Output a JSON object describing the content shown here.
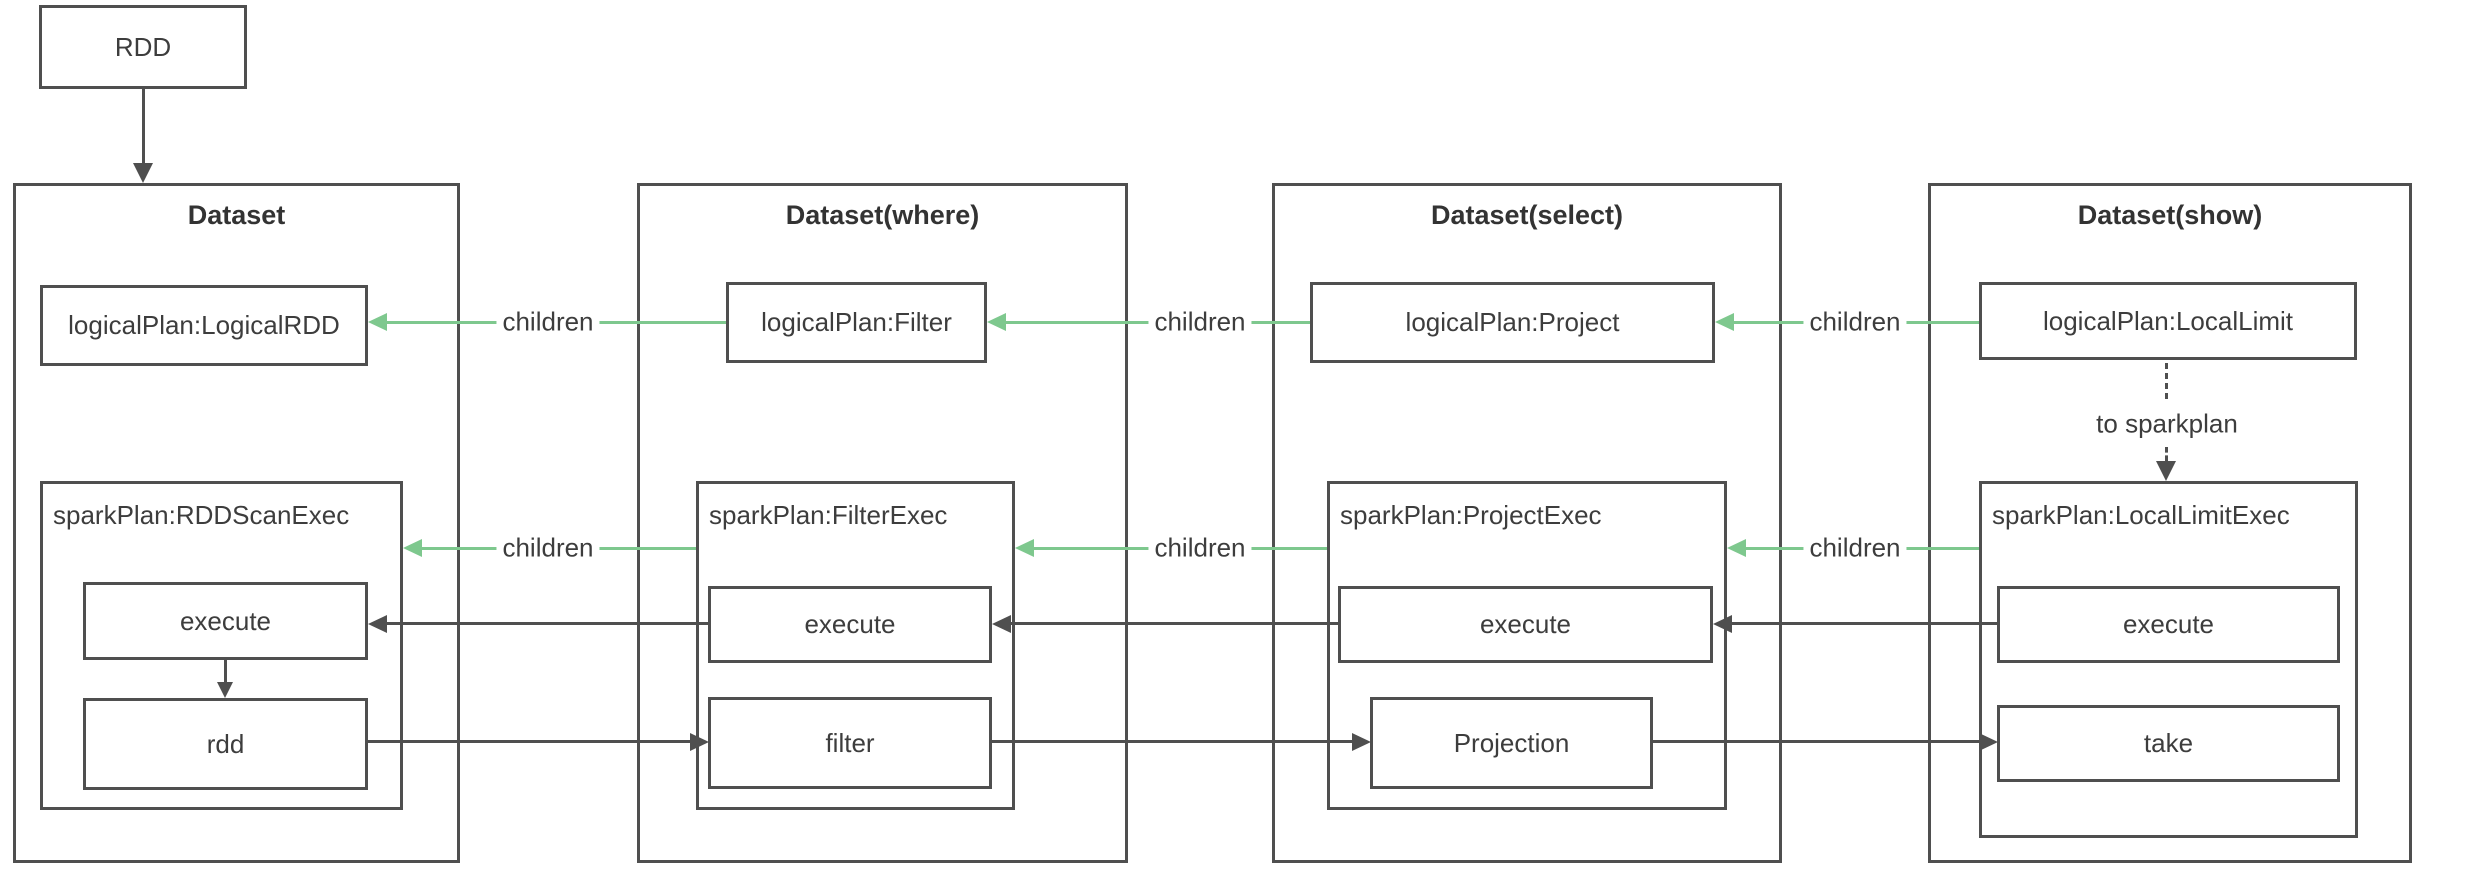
{
  "diagram": {
    "root_node": {
      "label": "RDD"
    },
    "columns": [
      {
        "title": "Dataset",
        "logical_plan": "logicalPlan:LogicalRDD",
        "spark_plan": "sparkPlan:RDDScanExec",
        "methods": [
          "execute",
          "rdd"
        ]
      },
      {
        "title": "Dataset(where)",
        "logical_plan": "logicalPlan:Filter",
        "spark_plan": "sparkPlan:FilterExec",
        "methods": [
          "execute",
          "filter"
        ]
      },
      {
        "title": "Dataset(select)",
        "logical_plan": "logicalPlan:Project",
        "spark_plan": "sparkPlan:ProjectExec",
        "methods": [
          "execute",
          "Projection"
        ]
      },
      {
        "title": "Dataset(show)",
        "logical_plan": "logicalPlan:LocalLimit",
        "spark_plan": "sparkPlan:LocalLimitExec",
        "methods": [
          "execute",
          "take"
        ]
      }
    ],
    "edge_labels": {
      "children": "children",
      "to_sparkplan": "to sparkplan"
    },
    "colors": {
      "children_edge": "#7ec88e",
      "line": "#4f4f4f",
      "background": "#ffffff"
    }
  }
}
